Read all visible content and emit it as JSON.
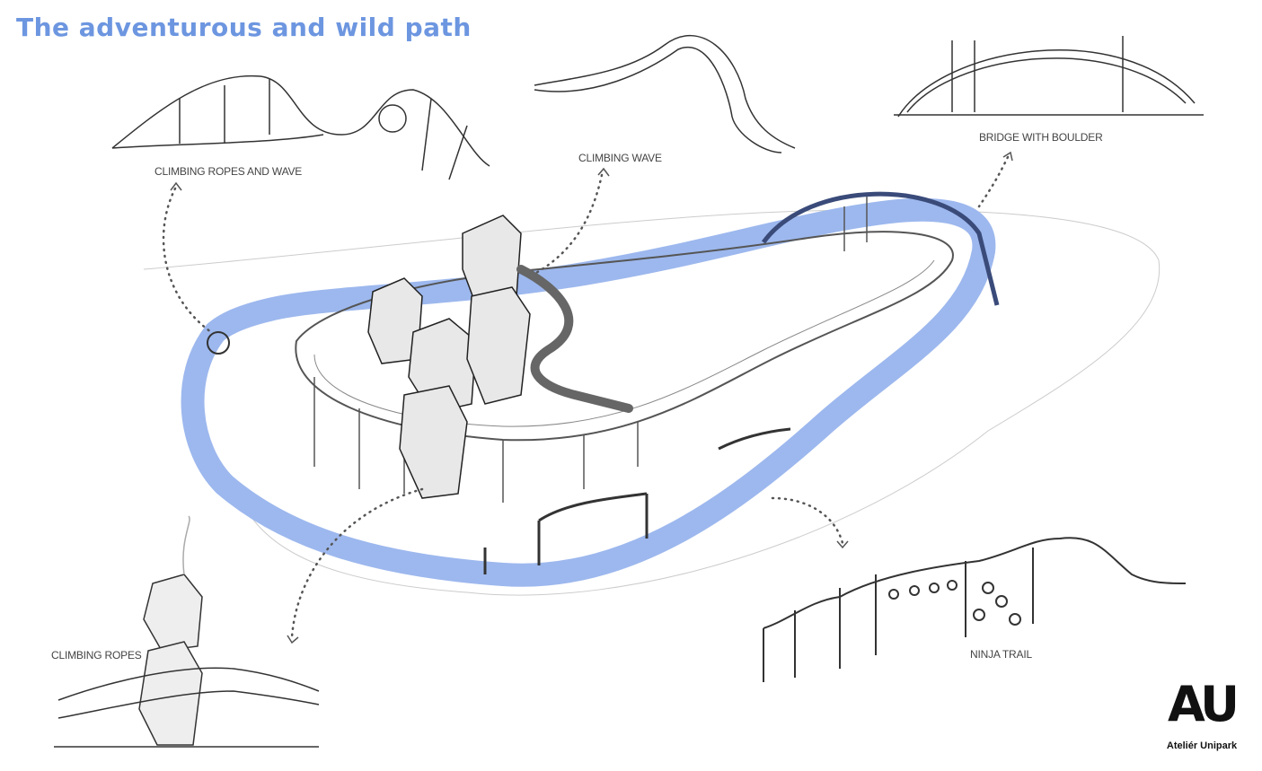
{
  "title": "The adventurous and wild path",
  "labels": {
    "climbing_ropes_and_wave": "CLIMBING ROPES AND WAVE",
    "climbing_wave": "CLIMBING WAVE",
    "bridge_with_boulder": "BRIDGE WITH BOULDER",
    "climbing_ropes": "CLIMBING ROPES",
    "ninja_trail": "NINJA TRAIL"
  },
  "logo": {
    "mark": "AU",
    "name": "Ateliér Unipark"
  },
  "colors": {
    "accent": "#6d96e0",
    "path": "#9db8ee",
    "sketch": "#333333"
  }
}
